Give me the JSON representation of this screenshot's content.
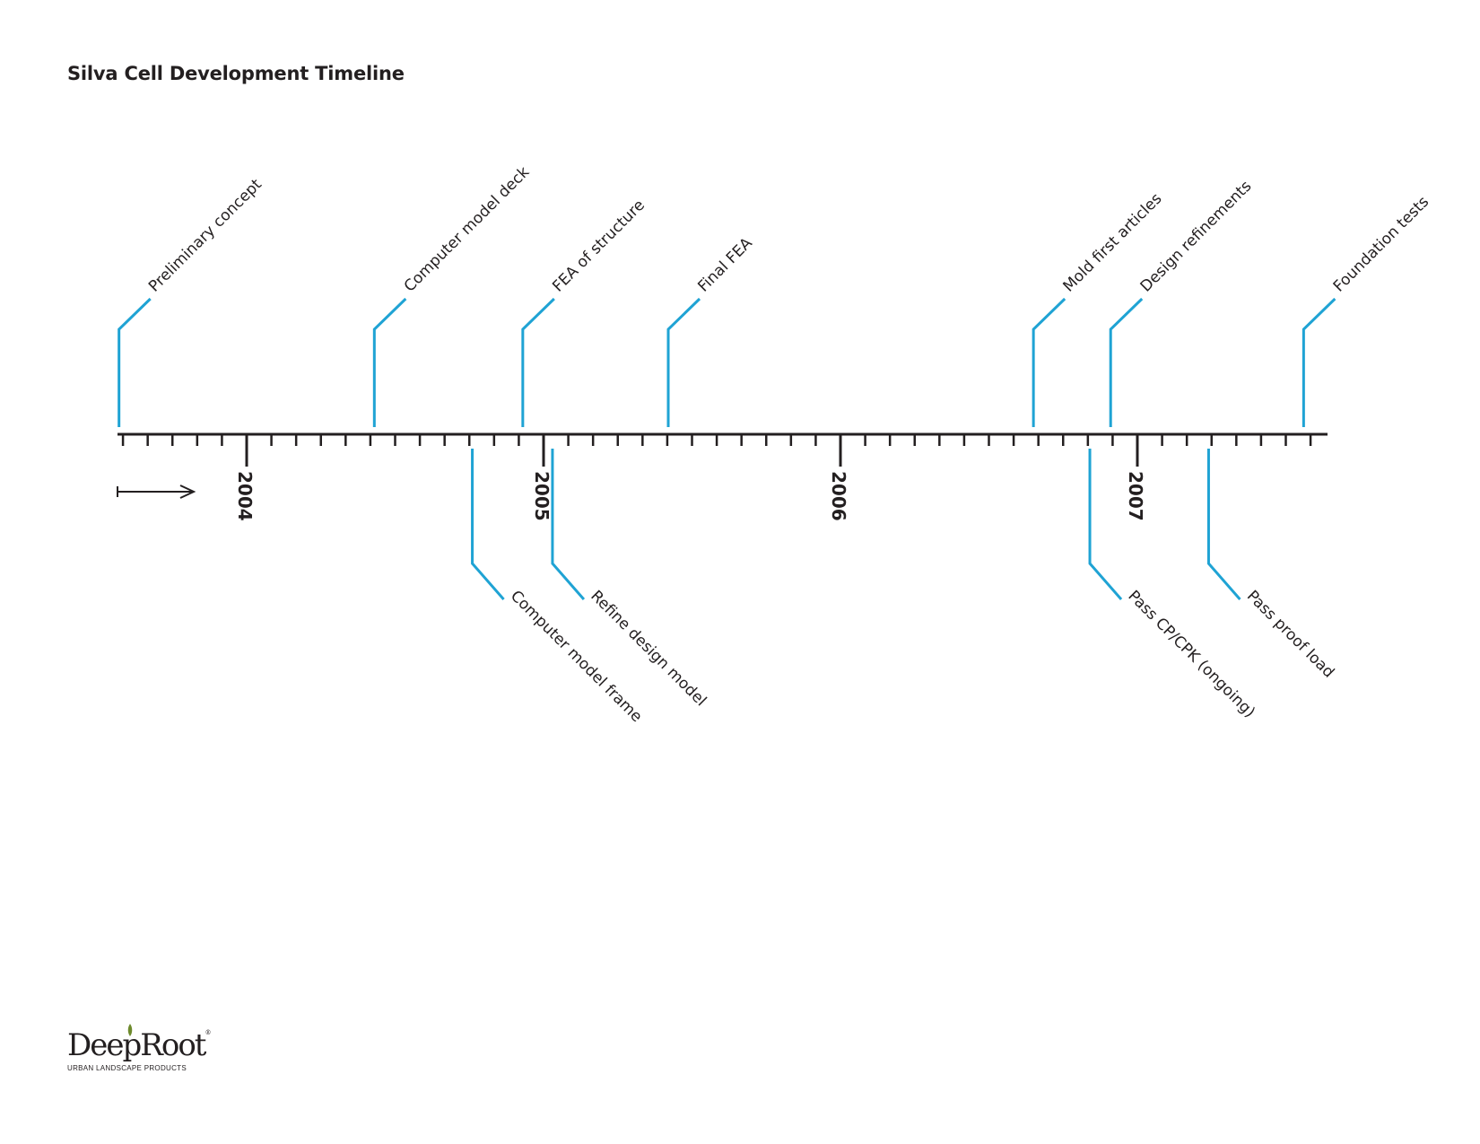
{
  "title": "Silva Cell Development Timeline",
  "accent_color": "#1fa3d4",
  "axis_color": "#231f20",
  "years": [
    {
      "label": "2004",
      "year": 2004
    },
    {
      "label": "2005",
      "year": 2005
    },
    {
      "label": "2006",
      "year": 2006
    },
    {
      "label": "2007",
      "year": 2007
    }
  ],
  "events_above": [
    {
      "label": "Preliminary concept",
      "date": 2003.57
    },
    {
      "label": "Computer model deck",
      "date": 2004.43
    },
    {
      "label": "FEA of structure",
      "date": 2004.93
    },
    {
      "label": "Final FEA",
      "date": 2005.42
    },
    {
      "label": "Mold first articles",
      "date": 2006.65
    },
    {
      "label": "Design refinements",
      "date": 2006.91
    },
    {
      "label": "Foundation tests",
      "date": 2007.56
    }
  ],
  "events_below": [
    {
      "label": "Computer model frame",
      "date": 2004.76
    },
    {
      "label": "Refine design model",
      "date": 2005.03
    },
    {
      "label": "Pass CP/CPK (ongoing)",
      "date": 2006.84
    },
    {
      "label": "Pass proof load",
      "date": 2007.24
    }
  ],
  "logo": {
    "name": "DeepRoot",
    "registered_mark": "®",
    "tagline": "URBAN LANDSCAPE PRODUCTS"
  }
}
